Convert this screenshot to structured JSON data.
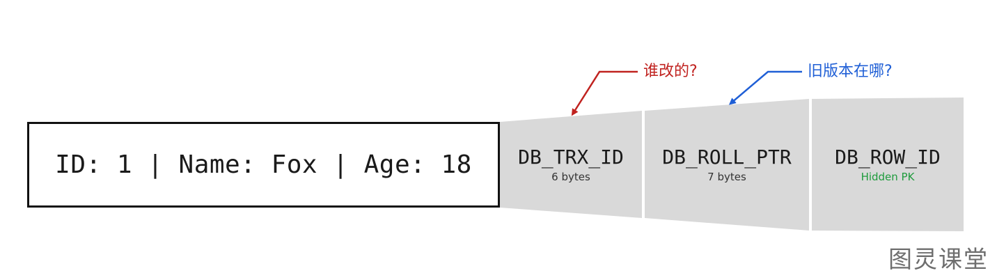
{
  "record": {
    "text": "ID: 1 | Name: Fox | Age: 18"
  },
  "hidden_fields": [
    {
      "name": "DB_TRX_ID",
      "sub": "6 bytes",
      "sub_color": "#222222"
    },
    {
      "name": "DB_ROLL_PTR",
      "sub": "7 bytes",
      "sub_color": "#222222"
    },
    {
      "name": "DB_ROW_ID",
      "sub": "Hidden PK",
      "sub_color": "#1e9b3c"
    }
  ],
  "annotations": {
    "who_modified": {
      "text": "谁改的?",
      "color": "#c0221f"
    },
    "old_version": {
      "text": "旧版本在哪?",
      "color": "#1f5fd6"
    }
  },
  "watermark": "图灵课堂",
  "colors": {
    "field_fill": "#d9d9d9",
    "row_border": "#111111"
  }
}
